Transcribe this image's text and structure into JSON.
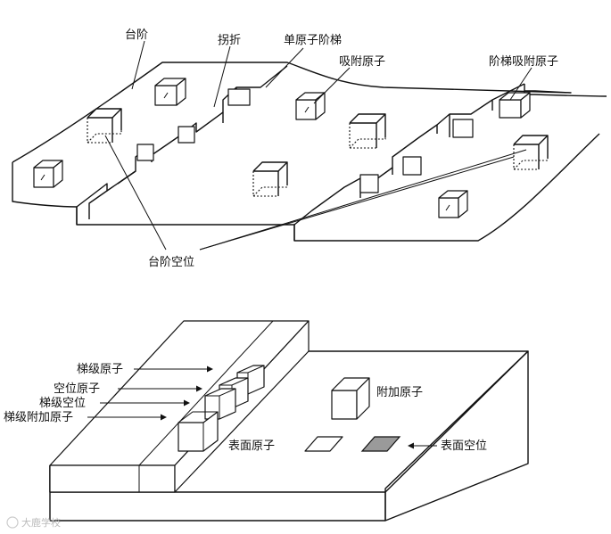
{
  "top_diagram": {
    "labels": {
      "terrace": "台阶",
      "kink": "拐折",
      "single_atom_step": "单原子阶梯",
      "adatom": "吸附原子",
      "step_adatom": "阶梯吸附原子",
      "step_vacancy": "台阶空位"
    }
  },
  "bottom_diagram": {
    "labels": {
      "step_atom": "梯级原子",
      "vacancy_atom": "空位原子",
      "step_vacancy": "梯级空位",
      "step_added_atom": "梯级附加原子",
      "added_atom": "附加原子",
      "surface_atom": "表面原子",
      "surface_vacancy": "表面空位"
    }
  },
  "watermark": {
    "text": "大鹿学校"
  }
}
